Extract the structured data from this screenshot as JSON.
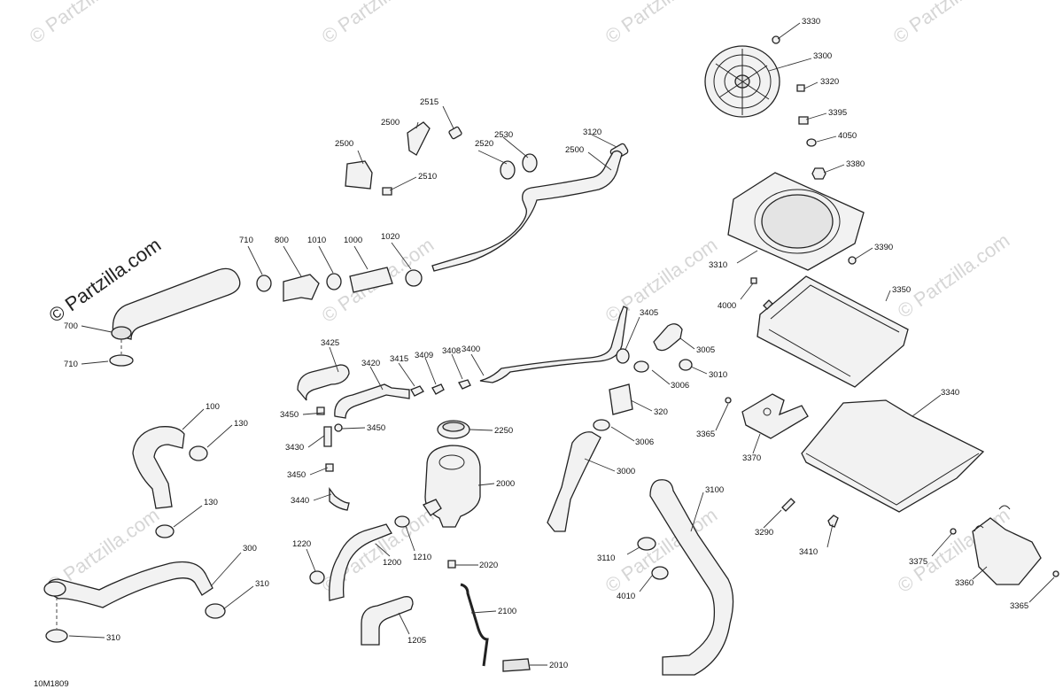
{
  "watermark": "© Partzilla.com",
  "brand_watermark": "© Partzilla.com",
  "diagram_code": "10M1809",
  "callouts": {
    "c3330": "3330",
    "c3300": "3300",
    "c3320": "3320",
    "c3395": "3395",
    "c4050": "4050",
    "c3380": "3380",
    "c3310": "3310",
    "c3390": "3390",
    "c4000": "4000",
    "c3350": "3350",
    "c2515": "2515",
    "c2500a": "2500",
    "c2500b": "2500",
    "c2500c": "2500",
    "c2530": "2530",
    "c2520": "2520",
    "c3120": "3120",
    "c2510": "2510",
    "c710a": "710",
    "c800": "800",
    "c1010": "1010",
    "c1000": "1000",
    "c1020": "1020",
    "c700": "700",
    "c710b": "710",
    "c3425": "3425",
    "c3420": "3420",
    "c3415": "3415",
    "c3409": "3409",
    "c3408": "3408",
    "c3400": "3400",
    "c3405": "3405",
    "c3005": "3005",
    "c3010": "3010",
    "c3006a": "3006",
    "c320": "320",
    "c3006b": "3006",
    "c3000": "3000",
    "c3450a": "3450",
    "c3450b": "3450",
    "c3430": "3430",
    "c3450c": "3450",
    "c3440": "3440",
    "c2250": "2250",
    "c2000": "2000",
    "c1220": "1220",
    "c1200": "1200",
    "c1210": "1210",
    "c2020": "2020",
    "c2100": "2100",
    "c1205": "1205",
    "c2010": "2010",
    "c100": "100",
    "c130a": "130",
    "c130b": "130",
    "c300": "300",
    "c310a": "310",
    "c310b": "310",
    "c3100": "3100",
    "c3110": "3110",
    "c4010": "4010",
    "c3340": "3340",
    "c3365a": "3365",
    "c3370": "3370",
    "c3290": "3290",
    "c3410": "3410",
    "c3375": "3375",
    "c3360": "3360",
    "c3365b": "3365"
  }
}
